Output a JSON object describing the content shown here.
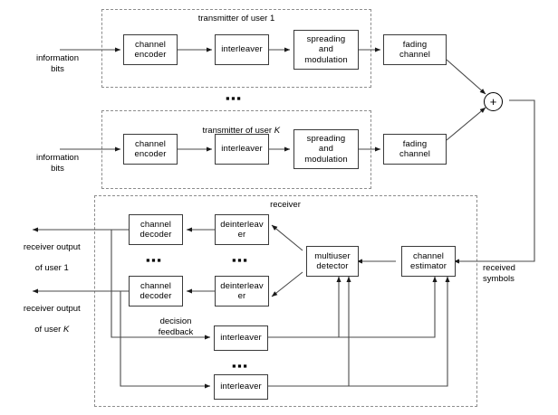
{
  "diagram": {
    "title": "Multiuser coded CDMA transmitter/receiver block diagram",
    "groups": {
      "transmitter1_label": "transmitter of user 1",
      "transmitterK_label_prefix": "transmitter of user ",
      "transmitterK_label_italic": "K",
      "receiver_label": "receiver"
    },
    "ellipsis": "▪▪▪",
    "blocks": {
      "tx1": {
        "channel_encoder": "channel\nencoder",
        "interleaver": "interleaver",
        "spreading": "spreading\nand\nmodulation",
        "fading_channel": "fading\nchannel"
      },
      "txK": {
        "channel_encoder": "channel\nencoder",
        "interleaver": "interleaver",
        "spreading": "spreading\nand\nmodulation",
        "fading_channel": "fading\nchannel"
      },
      "rx": {
        "channel_decoder_1": "channel\ndecoder",
        "channel_decoder_K": "channel\ndecoder",
        "deinterleaver_1": "deinterleav\ner",
        "deinterleaver_K": "deinterleav\ner",
        "multiuser_detector": "multiuser\ndetector",
        "channel_estimator": "channel\nestimator",
        "interleaver_1": "interleaver",
        "interleaver_K": "interleaver"
      }
    },
    "labels": {
      "information_bits_1": "information\nbits",
      "information_bits_K": "information\nbits",
      "receiver_output_1_line1": "receiver output",
      "receiver_output_1_line2": "of user 1",
      "receiver_output_K_line1": "receiver output",
      "receiver_output_K_line2_prefix": "of user ",
      "receiver_output_K_line2_italic": "K",
      "received_symbols": "received\nsymbols",
      "decision_feedback": "decision\nfeedback",
      "sum_node": "+"
    },
    "colors": {
      "block_border": "#3a3a3a",
      "dashed_border": "#8d8d8d",
      "wire": "#444444",
      "background": "#ffffff",
      "text": "#000000"
    }
  }
}
